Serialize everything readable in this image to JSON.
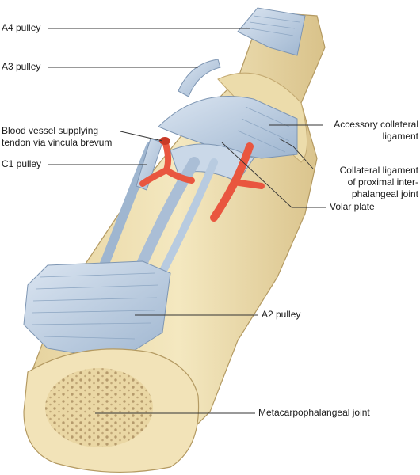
{
  "labels": {
    "a4_pulley": "A4 pulley",
    "a3_pulley": "A3 pulley",
    "blood_vessel": "Blood vessel supplying\ntendon via vincula brevum",
    "c1_pulley": "C1 pulley",
    "accessory_collateral": "Accessory collateral\nligament",
    "collateral_ligament": "Collateral ligament\nof proximal inter-\nphalangeal joint",
    "volar_plate": "Volar plate",
    "a2_pulley": "A2 pulley",
    "mcp_joint": "Metacarpophalangeal joint"
  },
  "colors": {
    "bone": "#f2e4b6",
    "bone_shadow": "#dcc68e",
    "cut_surface": "#f4e6bd",
    "pulley": "#c3d3e6",
    "pulley_shadow": "#8ea7c3",
    "vessel": "#e9563f",
    "leader": "#333333"
  }
}
